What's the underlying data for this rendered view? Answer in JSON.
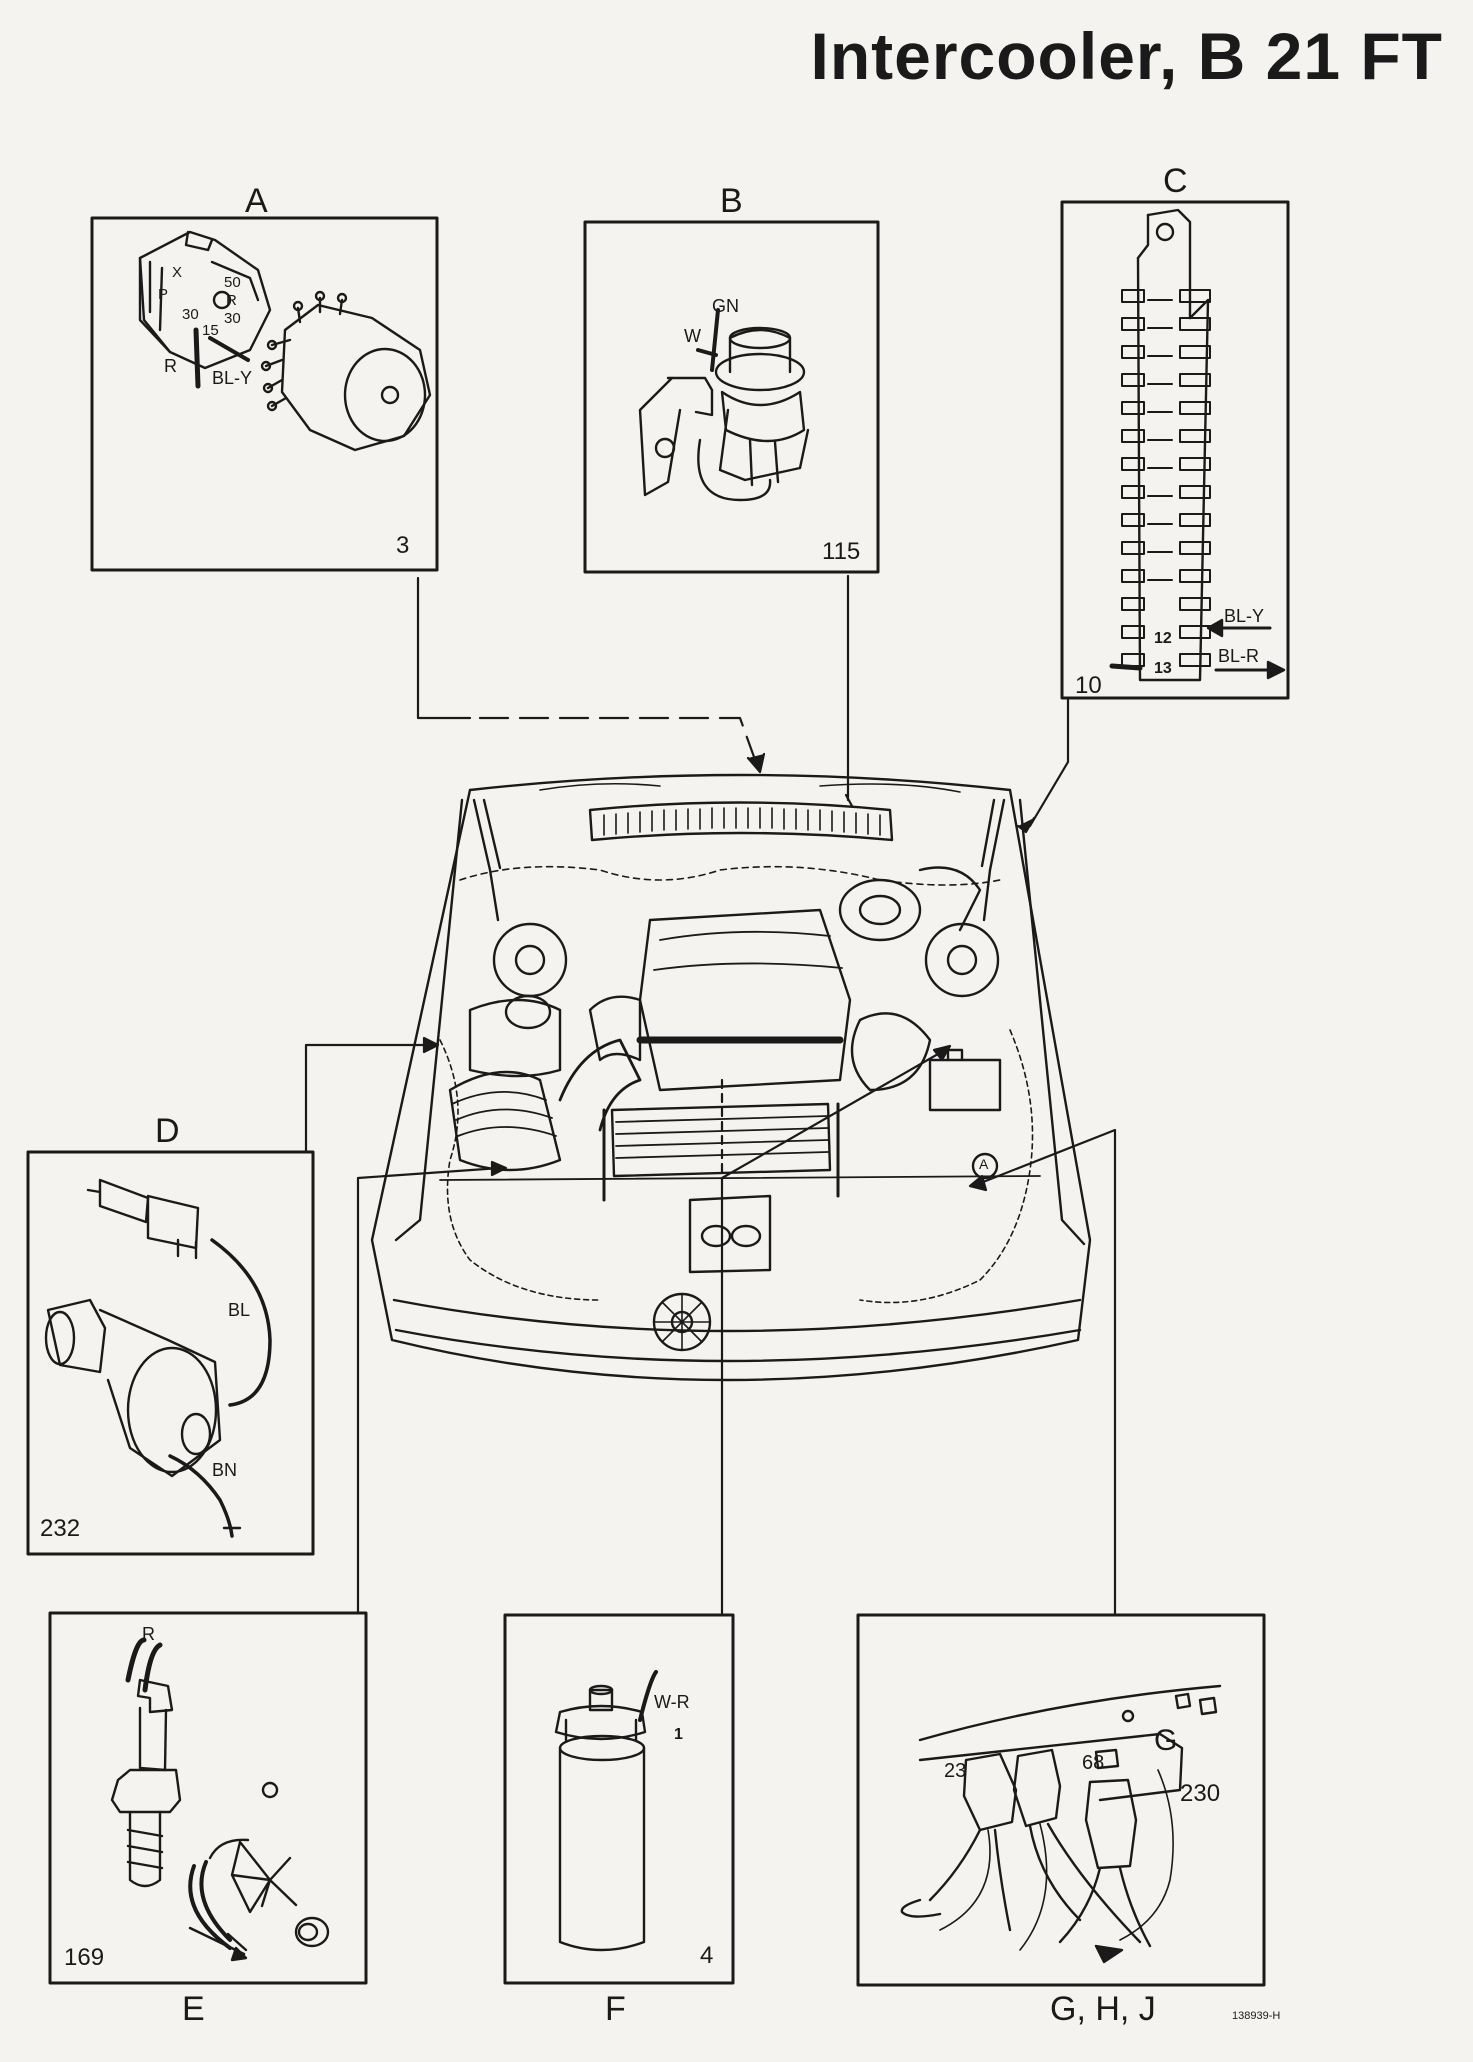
{
  "title": "Intercooler, B 21 FT",
  "panels": {
    "A": {
      "letter": "A",
      "number": "3",
      "labels": {
        "x": "X",
        "p": "P",
        "n50": "50",
        "r_small": "R",
        "n30a": "30",
        "n30b": "30",
        "n15": "15",
        "r": "R",
        "bly": "BL-Y"
      }
    },
    "B": {
      "letter": "B",
      "number": "115",
      "labels": {
        "gn": "GN",
        "w": "W"
      }
    },
    "C": {
      "letter": "C",
      "number": "10",
      "labels": {
        "n12": "12",
        "n13": "13",
        "bly": "BL-Y",
        "blr": "BL-R"
      }
    },
    "D": {
      "letter": "D",
      "number": "232",
      "labels": {
        "bl": "BL",
        "bn": "BN"
      }
    },
    "E": {
      "letter": "E",
      "number": "169",
      "labels": {
        "r": "R"
      }
    },
    "F": {
      "letter": "F",
      "number": "4",
      "labels": {
        "wr": "W-R",
        "one": "1"
      }
    },
    "G": {
      "letter": "G, H, J",
      "number": "230",
      "labels": {
        "g": "G",
        "n23": "23",
        "n68": "68"
      }
    }
  },
  "engine": {
    "callout": "A"
  },
  "figure_ref": "138939-H"
}
